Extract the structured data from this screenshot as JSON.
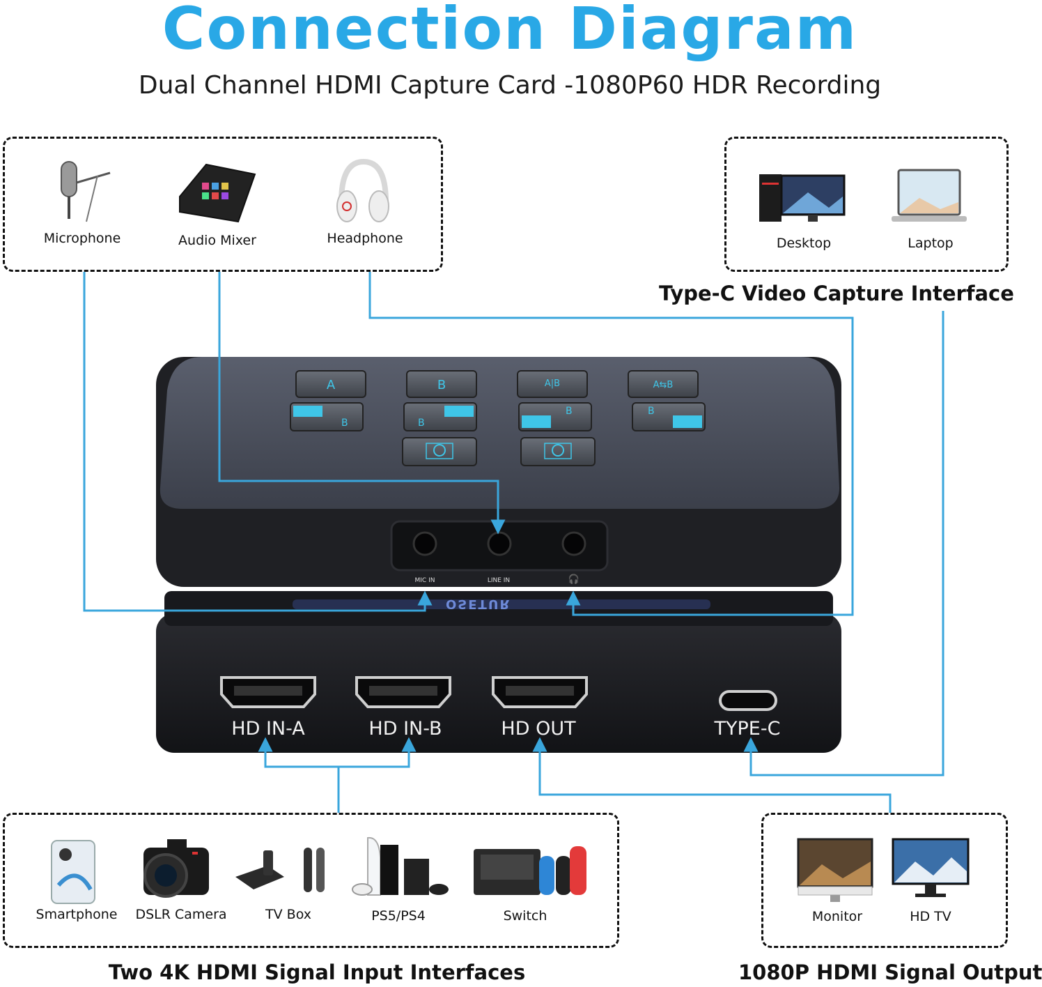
{
  "header": {
    "title": "Connection Diagram",
    "subtitle": "Dual Channel HDMI Capture Card -1080P60 HDR Recording"
  },
  "audio_group": {
    "devices": [
      {
        "label": "Microphone",
        "icon": "microphone-icon"
      },
      {
        "label": "Audio Mixer",
        "icon": "audio-mixer-icon"
      },
      {
        "label": "Headphone",
        "icon": "headphone-icon"
      }
    ]
  },
  "pc_group": {
    "devices": [
      {
        "label": "Desktop",
        "icon": "desktop-icon"
      },
      {
        "label": "Laptop",
        "icon": "laptop-icon"
      }
    ],
    "caption": "Type-C Video Capture Interface"
  },
  "device": {
    "audio_ports": [
      "MIC IN",
      "LINE IN"
    ],
    "headphone_port_icon": "headphone-jack-icon",
    "ports": [
      "HD IN-A",
      "HD IN-B",
      "HD OUT",
      "TYPE-C"
    ],
    "brand_text": "OSETUR"
  },
  "input_group": {
    "devices": [
      {
        "label": "Smartphone",
        "icon": "smartphone-icon"
      },
      {
        "label": "DSLR Camera",
        "icon": "camera-icon"
      },
      {
        "label": "TV Box",
        "icon": "tv-box-icon"
      },
      {
        "label": "PS5/PS4",
        "icon": "console-icon"
      },
      {
        "label": "Switch",
        "icon": "switch-console-icon"
      }
    ],
    "caption": "Two 4K HDMI Signal Input Interfaces"
  },
  "output_group": {
    "devices": [
      {
        "label": "Monitor",
        "icon": "monitor-icon"
      },
      {
        "label": "HD TV",
        "icon": "tv-icon"
      }
    ],
    "caption": "1080P HDMI Signal Output"
  },
  "colors": {
    "accent": "#29a8e6",
    "line": "#3aa6dc",
    "device_top": "#4a4f5c",
    "device_body": "#1c1d21",
    "button_glow": "#3fc6e8"
  }
}
